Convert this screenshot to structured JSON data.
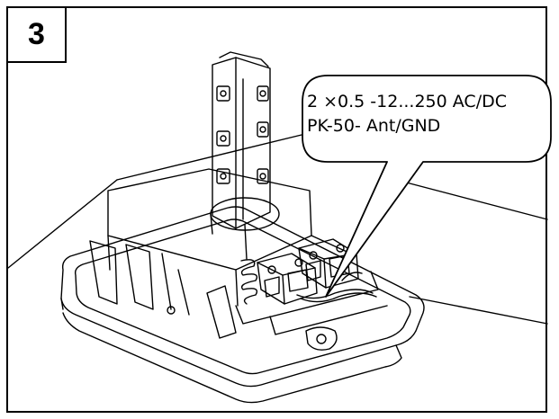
{
  "step": {
    "number": "3"
  },
  "callout": {
    "line1": "2 ×0.5 -12...250 AC/DC",
    "line2": "PK-50- Ant/GND"
  },
  "colors": {
    "stroke": "#000000",
    "background": "#ffffff"
  }
}
